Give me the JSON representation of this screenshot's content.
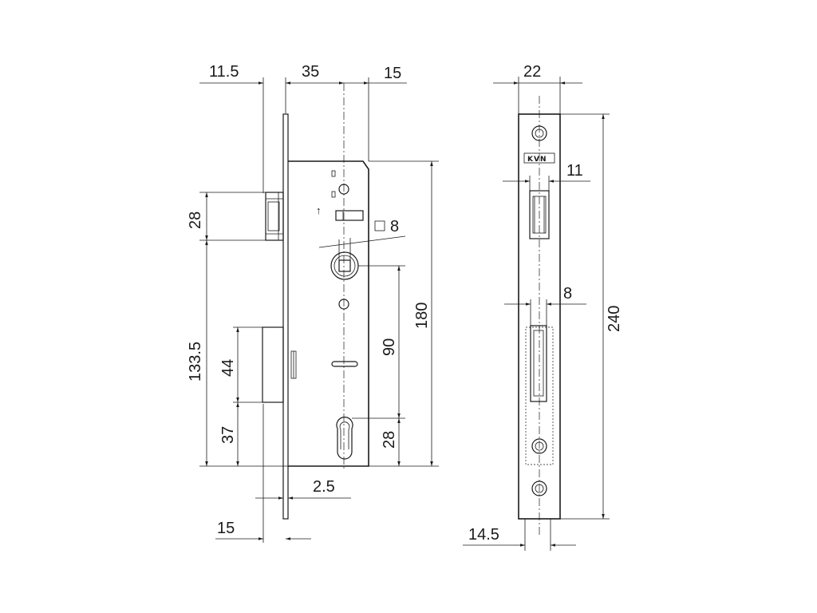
{
  "dimensions": {
    "backset_left": "11.5",
    "backset": "35",
    "faceplate_offset": "15",
    "latch_height": "28",
    "square_spindle": "8",
    "height_135": "133.5",
    "bolt_height": "44",
    "bolt_offset": "37",
    "cylinder_distance": "90",
    "body_height": "180",
    "cylinder_offset": "28",
    "faceplate_thickness": "2.5",
    "bottom_offset": "15",
    "faceplate_width": "22",
    "slot_width_11": "11",
    "slot_width_8": "8",
    "faceplate_height": "240",
    "faceplate_inner": "14.5"
  },
  "brand": {
    "logo": "KVN"
  },
  "arrow_glyph": "↑"
}
